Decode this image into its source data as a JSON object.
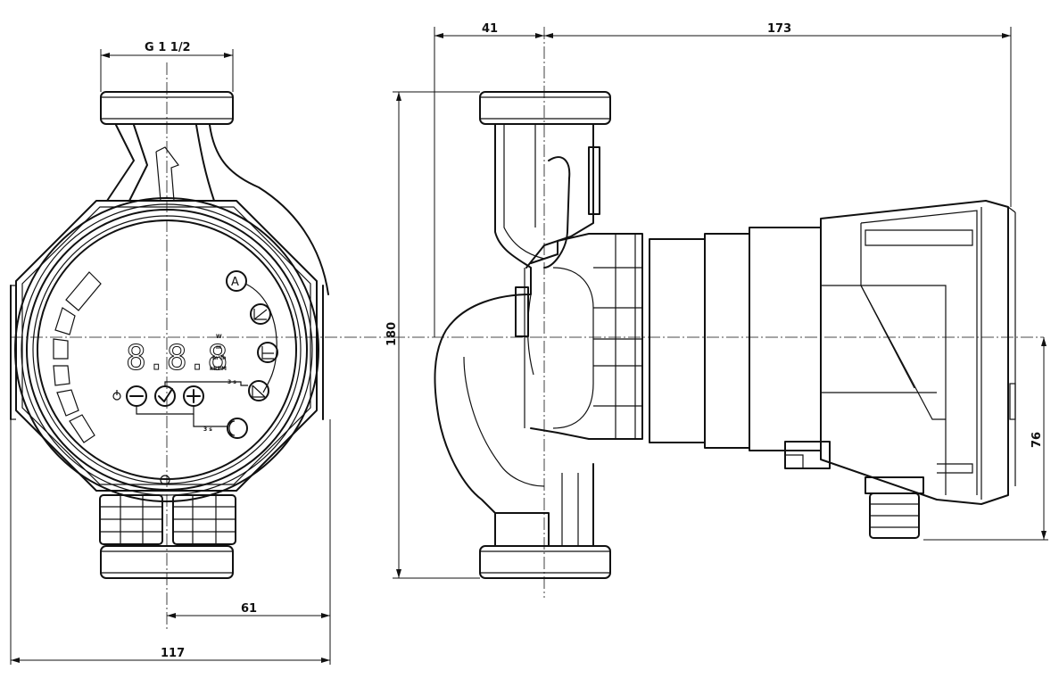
{
  "dimensions": {
    "thread": "G 1 1/2",
    "offset_top": "41",
    "length_top": "173",
    "height": "180",
    "half_width": "61",
    "width": "117",
    "center_height": "76"
  },
  "display": {
    "digits": "8.8.8",
    "units": [
      "W",
      "m",
      "m³/h",
      "kRPM"
    ],
    "mode_a": "A",
    "hold_3s_top": "3 s",
    "hold_3s_bottom": "3 s"
  },
  "icons": [
    "power-icon",
    "minus-icon",
    "check-icon",
    "plus-icon",
    "night-mode-icon",
    "proportional-pressure-icon",
    "constant-pressure-icon",
    "constant-curve-icon"
  ]
}
